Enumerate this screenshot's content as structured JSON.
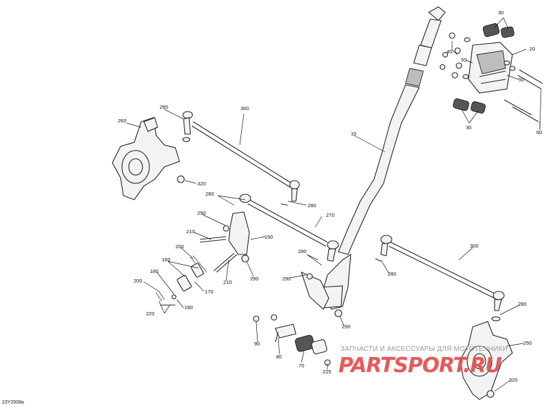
{
  "diagram_code": "23Y2008a",
  "watermark": {
    "caption": "ЗАПЧАСТИ И АКСЕССУАРЫ ДЛЯ МОТОТЕХНИКИ",
    "logo": "PARTSPORT.RU"
  },
  "callouts": {
    "c10": "10",
    "c20": "20",
    "c30a": "30",
    "c30b": "30",
    "c40": "40",
    "c50a": "50",
    "c50b": "50",
    "c60": "60",
    "c70": "70",
    "c80": "80",
    "c90": "90",
    "c150": "150",
    "c160": "160",
    "c170": "170",
    "c180": "180",
    "c190": "190",
    "c200a": "200",
    "c200b": "200",
    "c210a": "210",
    "c210b": "210",
    "c220": "220",
    "c225": "225",
    "c250": "250",
    "c260": "260",
    "c270": "270",
    "c280a": "280",
    "c280b": "280",
    "c280c": "280",
    "c280d": "280",
    "c280e": "280",
    "c280f": "280",
    "c290a": "290",
    "c290b": "290",
    "c290c": "290",
    "c290d": "290",
    "c300a": "300",
    "c300b": "300",
    "c320a": "320",
    "c320b": "320"
  }
}
